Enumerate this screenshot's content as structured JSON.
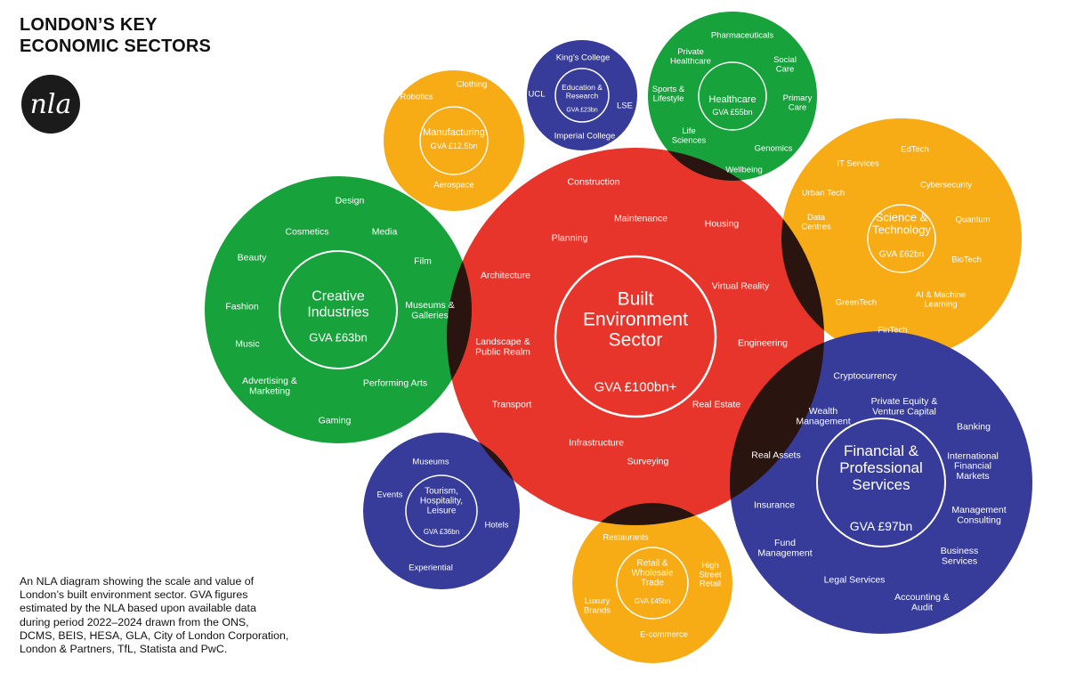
{
  "title": [
    "LONDON’S KEY",
    "ECONOMIC SECTORS"
  ],
  "logo": "nla",
  "caption": [
    "An NLA diagram showing the scale and value of",
    "London’s built environment sector. GVA figures",
    "estimated by the NLA based upon available data",
    "during period 2022–2024 drawn from the ONS,",
    "DCMS, BEIS, HESA, GLA, City of London Corporation,",
    "London & Partners, TfL, Statista and PwC."
  ],
  "colors": {
    "built_environment": "#e8352b",
    "creative": "#17a23c",
    "manufacturing": "#f7ab15",
    "education": "#373c9b",
    "healthcare": "#17a23c",
    "science": "#f7ab15",
    "financial": "#373c9b",
    "tourism": "#373c9b",
    "retail": "#f7ab15",
    "overlap": "#2a1410"
  },
  "sectors": [
    {
      "id": "built-environment",
      "name": [
        "Built",
        "Environment",
        "Sector"
      ],
      "gva": "GVA £100bn+",
      "subsectors": [
        [
          "Construction"
        ],
        [
          "Maintenance"
        ],
        [
          "Housing"
        ],
        [
          "Planning"
        ],
        [
          "Architecture"
        ],
        [
          "Virtual Reality"
        ],
        [
          "Engineering"
        ],
        [
          "Landscape &",
          "Public Realm"
        ],
        [
          "Transport"
        ],
        [
          "Real Estate"
        ],
        [
          "Infrastructure"
        ],
        [
          "Surveying"
        ]
      ]
    },
    {
      "id": "creative-industries",
      "name": [
        "Creative",
        "Industries"
      ],
      "gva": "GVA £63bn",
      "subsectors": [
        [
          "Design"
        ],
        [
          "Cosmetics"
        ],
        [
          "Media"
        ],
        [
          "Beauty"
        ],
        [
          "Film"
        ],
        [
          "Fashion"
        ],
        [
          "Museums &",
          "Galleries"
        ],
        [
          "Music"
        ],
        [
          "Advertising &",
          "Marketing"
        ],
        [
          "Performing Arts"
        ],
        [
          "Gaming"
        ]
      ]
    },
    {
      "id": "manufacturing",
      "name": [
        "Manufacturing"
      ],
      "gva": "GVA £12.5bn",
      "subsectors": [
        [
          "Robotics"
        ],
        [
          "Clothing"
        ],
        [
          "Aerospace"
        ]
      ]
    },
    {
      "id": "education-research",
      "name": [
        "Education &",
        "Research"
      ],
      "gva": "GVA £23bn",
      "subsectors": [
        [
          "King’s College"
        ],
        [
          "UCL"
        ],
        [
          "LSE"
        ],
        [
          "Imperial College"
        ]
      ]
    },
    {
      "id": "healthcare",
      "name": [
        "Healthcare"
      ],
      "gva": "GVA £55bn",
      "subsectors": [
        [
          "Pharmaceuticals"
        ],
        [
          "Private",
          "Healthcare"
        ],
        [
          "Social",
          "Care"
        ],
        [
          "Sports &",
          "Lifestyle"
        ],
        [
          "Primary",
          "Care"
        ],
        [
          "Life",
          "Sciences"
        ],
        [
          "Genomics"
        ],
        [
          "Wellbeing"
        ]
      ]
    },
    {
      "id": "science-technology",
      "name": [
        "Science &",
        "Technology"
      ],
      "gva": "GVA £62bn",
      "subsectors": [
        [
          "EdTech"
        ],
        [
          "IT Services"
        ],
        [
          "Urban Tech"
        ],
        [
          "Cybersecurity"
        ],
        [
          "Data",
          "Centres"
        ],
        [
          "Quantum"
        ],
        [
          "BioTech"
        ],
        [
          "GreenTech"
        ],
        [
          "AI & Machine",
          "Learning"
        ],
        [
          "FinTech"
        ]
      ]
    },
    {
      "id": "financial-professional",
      "name": [
        "Financial &",
        "Professional",
        "Services"
      ],
      "gva": "GVA £97bn",
      "subsectors": [
        [
          "Cryptocurrency"
        ],
        [
          "Private Equity &",
          "Venture Capital"
        ],
        [
          "Wealth",
          "Management"
        ],
        [
          "Banking"
        ],
        [
          "Real Assets"
        ],
        [
          "International",
          "Financial",
          "Markets"
        ],
        [
          "Insurance"
        ],
        [
          "Management",
          "Consulting"
        ],
        [
          "Fund",
          "Management"
        ],
        [
          "Business",
          "Services"
        ],
        [
          "Legal Services"
        ],
        [
          "Accounting &",
          "Audit"
        ]
      ]
    },
    {
      "id": "tourism-hospitality",
      "name": [
        "Tourism,",
        "Hospitality,",
        "Leisure"
      ],
      "gva": "GVA £36bn",
      "subsectors": [
        [
          "Museums"
        ],
        [
          "Events"
        ],
        [
          "Hotels"
        ],
        [
          "Experiential"
        ]
      ]
    },
    {
      "id": "retail-wholesale",
      "name": [
        "Retail &",
        "Wholesale",
        "Trade"
      ],
      "gva": "GVA £45bn",
      "subsectors": [
        [
          "Restaurants"
        ],
        [
          "High",
          "Street",
          "Retail"
        ],
        [
          "Luxury",
          "Brands"
        ],
        [
          "E-commerce"
        ]
      ]
    }
  ]
}
